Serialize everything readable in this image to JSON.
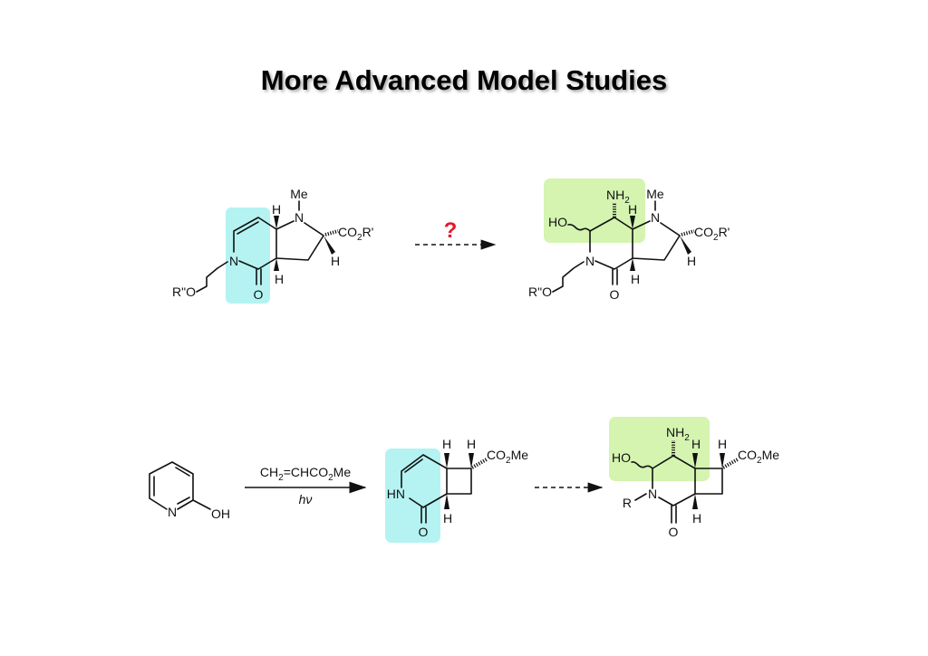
{
  "title": "More Advanced Model Studies",
  "colors": {
    "cyan_highlight": "#b4f3f2",
    "green_highlight": "#d4f4b0",
    "question_mark": "#e5172c"
  },
  "scheme1": {
    "question": "?",
    "reactant": {
      "me": "Me",
      "n_ring": "N",
      "n_pyr": "N",
      "o": "O",
      "h1": "H",
      "h2": "H",
      "h3": "H",
      "ester": {
        "a": "CO",
        "sub": "2",
        "b": "R'"
      },
      "ether": "R\"O"
    },
    "product": {
      "me": "Me",
      "n_ring": "N",
      "n_pyr": "N",
      "o": "O",
      "h1": "H",
      "h2": "H",
      "h3": "H",
      "ester": {
        "a": "CO",
        "sub": "2",
        "b": "R'"
      },
      "ether": "R\"O",
      "ho": "HO",
      "nh2": {
        "a": "NH",
        "sub": "2"
      }
    }
  },
  "scheme2": {
    "start": {
      "n": "N",
      "oh": "OH"
    },
    "reagent": {
      "a": "CH",
      "sub1": "2",
      "b": "=CHCO",
      "sub2": "2",
      "c": "Me"
    },
    "condition": "hν",
    "intermediate": {
      "hn": "HN",
      "o": "O",
      "h1": "H",
      "h2": "H",
      "h3": "H",
      "ester": {
        "a": "CO",
        "sub": "2",
        "b": "Me"
      }
    },
    "product": {
      "ho": "HO",
      "nh2": {
        "a": "NH",
        "sub": "2"
      },
      "r": "R",
      "n": "N",
      "o": "O",
      "h1": "H",
      "h2": "H",
      "h3": "H",
      "ester": {
        "a": "CO",
        "sub": "2",
        "b": "Me"
      }
    }
  }
}
